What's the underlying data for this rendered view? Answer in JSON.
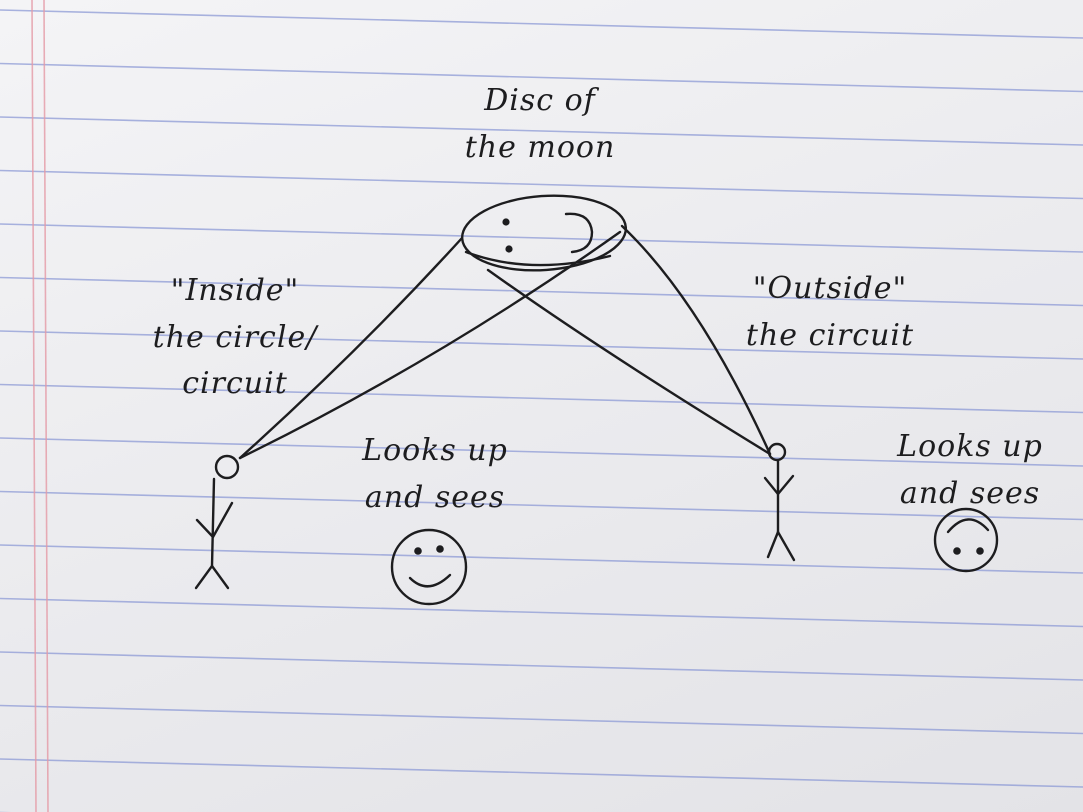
{
  "labels": {
    "moon_line1": "Disc of",
    "moon_line2": "the moon",
    "inside_line1": "\"Inside\"",
    "inside_line2": "the circle/",
    "inside_line3": "circuit",
    "outside_line1": "\"Outside\"",
    "outside_line2": "the circuit",
    "left_sees_line1": "Looks up",
    "left_sees_line2": "and sees",
    "right_sees_line1": "Looks up",
    "right_sees_line2": "and sees"
  },
  "icons": {
    "moon": "moon-disc-face-icon",
    "left_person": "stick-figure-icon",
    "right_person": "stick-figure-icon",
    "left_view": "upright-smiley-icon",
    "right_view": "upside-down-smiley-icon"
  },
  "colors": {
    "paper": "#f0f0f2",
    "rule_line": "#8e9bd6",
    "margin_line": "#e59aa6",
    "ink": "#1d1d1f"
  }
}
